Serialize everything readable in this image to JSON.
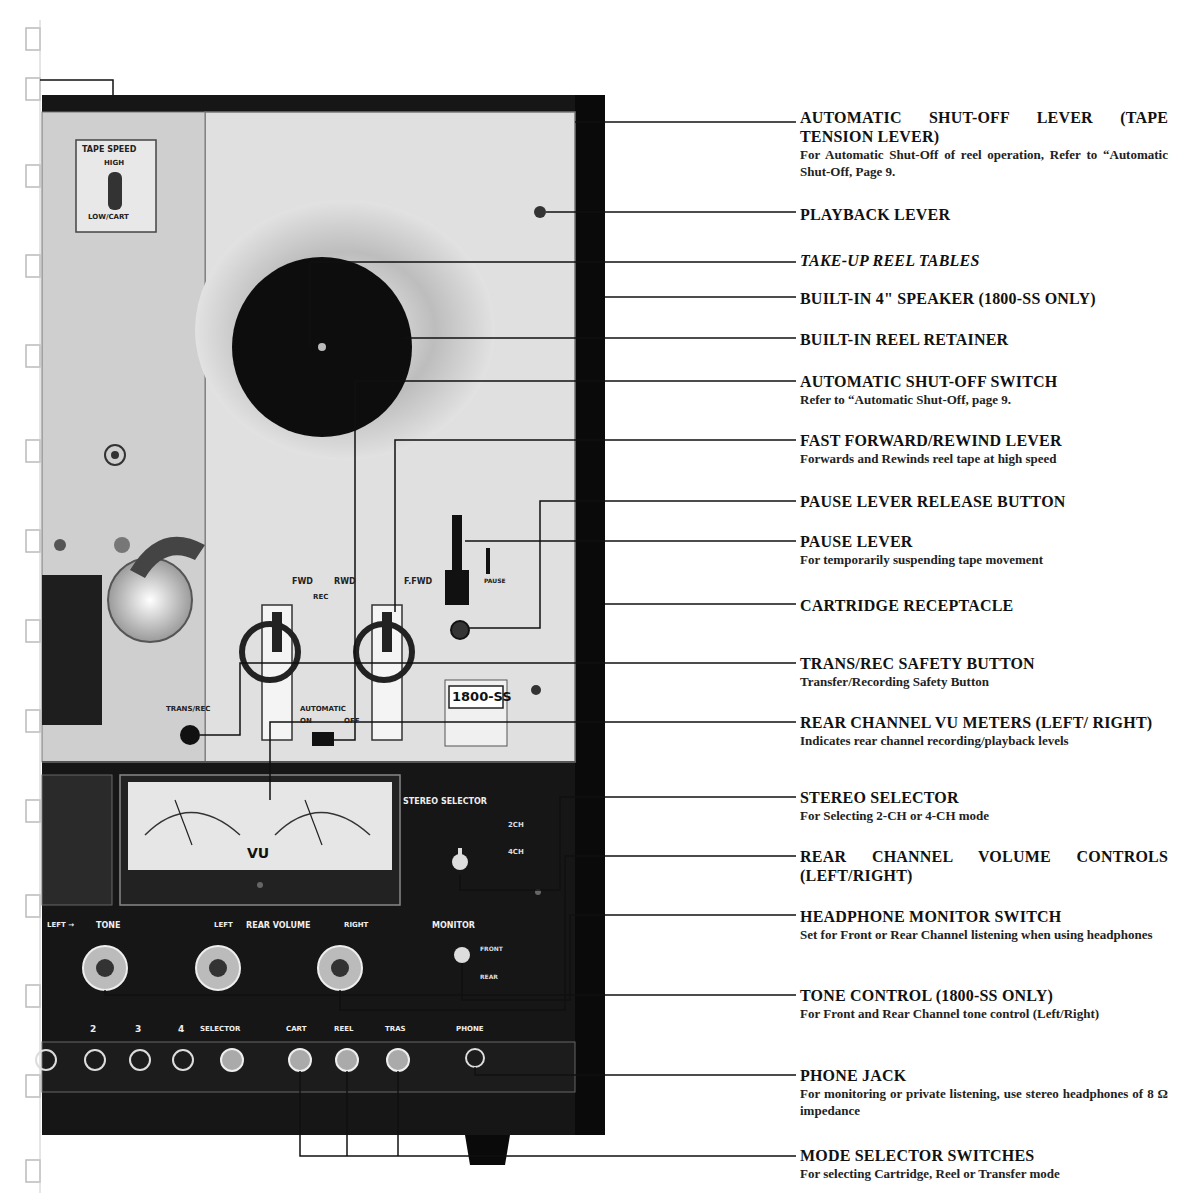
{
  "diagram": {
    "labels": [
      "AUTOMATIC SHUT-OFF LEVER (TAPE TENSION LEVER)",
      "For Automatic Shut-Off of reel operation, Refer to “Automatic Shut-Off, Page 9.",
      "PLAYBACK LEVER",
      "TAKE-UP REEL TABLES",
      "BUILT-IN 4\" SPEAKER (1800-SS ONLY)",
      "BUILT-IN REEL RETAINER",
      "AUTOMATIC SHUT-OFF SWITCH",
      "Refer to “Automatic Shut-Off, page 9.",
      "FAST FORWARD/REWIND LEVER",
      "Forwards and Rewinds reel tape at high speed",
      "PAUSE LEVER RELEASE BUTTON",
      "PAUSE LEVER",
      "For temporarily suspending tape movement",
      "CARTRIDGE RECEPTACLE",
      "TRANS/REC SAFETY BUTTON",
      "Transfer/Recording Safety Button",
      "REAR CHANNEL VU METERS (LEFT/ RIGHT)",
      "Indicates rear channel recording/playback levels",
      "STEREO SELECTOR",
      "For Selecting 2-CH or 4-CH mode",
      "REAR CHANNEL VOLUME CONTROLS (LEFT/RIGHT)",
      "HEADPHONE MONITOR SWITCH",
      "Set for Front or Rear Channel listening when using headphones",
      "TONE CONTROL (1800-SS ONLY)",
      "For Front and Rear Channel tone control (Left/Right)",
      "PHONE JACK",
      "For monitoring or private listening, use stereo headphones of 8 Ω impedance",
      "MODE SELECTOR SWITCHES",
      "For selecting Cartridge, Reel or Transfer mode",
      "TAPE SPEED",
      "HIGH",
      "LOW/CART",
      "FWD",
      "RWD",
      "REC",
      "F.FWD",
      "PAUSE",
      "AUTOMATIC",
      "ON",
      "OFF",
      "TRANS/REC",
      "1800-SS",
      "STEREO SELECTOR",
      "2CH",
      "4CH",
      "VU",
      "LEFT →",
      "TONE",
      "LEFT",
      "REAR VOLUME",
      "RIGHT",
      "MONITOR",
      "FRONT",
      "REAR",
      "2",
      "3",
      "4",
      "SELECTOR",
      "CART",
      "REEL",
      "TRAS",
      "PHONE"
    ]
  }
}
